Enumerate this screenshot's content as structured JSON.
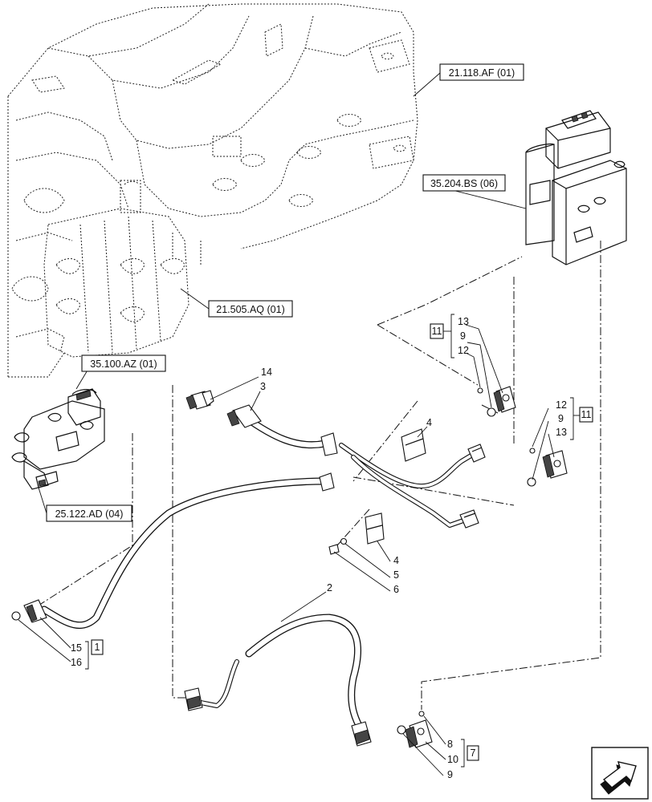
{
  "references": {
    "r1": "21.118.AF (01)",
    "r2": "35.204.BS (06)",
    "r3": "21.505.AQ (01)",
    "r4": "35.100.AZ (01)",
    "r5": "25.122.AD (04)"
  },
  "callouts": {
    "c14": "14",
    "c3": "3",
    "c4a": "4",
    "c13a": "13",
    "c9a": "9",
    "c12a": "12",
    "g11a": "11",
    "c12b": "12",
    "c9b": "9",
    "c13b": "13",
    "g11b": "11",
    "c4b": "4",
    "c5": "5",
    "c6": "6",
    "c2": "2",
    "c15": "15",
    "c16": "16",
    "g1": "1",
    "c8": "8",
    "c10": "10",
    "c9c": "9",
    "g7": "7"
  },
  "icons": {
    "nav": "next-page-arrow-icon"
  }
}
